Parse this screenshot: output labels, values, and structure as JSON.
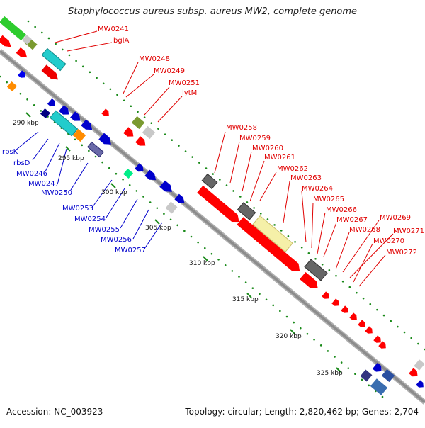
{
  "title": "Staphylococcus aureus subsp. aureus MW2, complete genome",
  "accession": "Accession: NC_003923",
  "topology": "Topology: circular; Length: 2,820,462 bp; Genes: 2,704",
  "colors": {
    "backbone": "#8c8c8c",
    "tick": "#1a8a1a",
    "red_label": "#e00000",
    "blue_label": "#0000cc"
  },
  "ticks": [
    "290 kbp",
    "295 kbp",
    "300 kbp",
    "305 kbp",
    "310 kbp",
    "315 kbp",
    "320 kbp",
    "325 kbp"
  ],
  "red_labels": [
    "MW0241",
    "bglA",
    "MW0248",
    "MW0249",
    "MW0251",
    "lytM",
    "MW0258",
    "MW0259",
    "MW0260",
    "MW0261",
    "MW0262",
    "MW0263",
    "MW0264",
    "MW0265",
    "MW0266",
    "MW0267",
    "MW0268",
    "MW0269",
    "MW0271",
    "MW0270",
    "MW0272"
  ],
  "blue_labels": [
    "rbsK",
    "rbsD",
    "MW0246",
    "MW0247",
    "MW0250",
    "MW0253",
    "MW0254",
    "MW0255",
    "MW0256",
    "MW0257"
  ]
}
